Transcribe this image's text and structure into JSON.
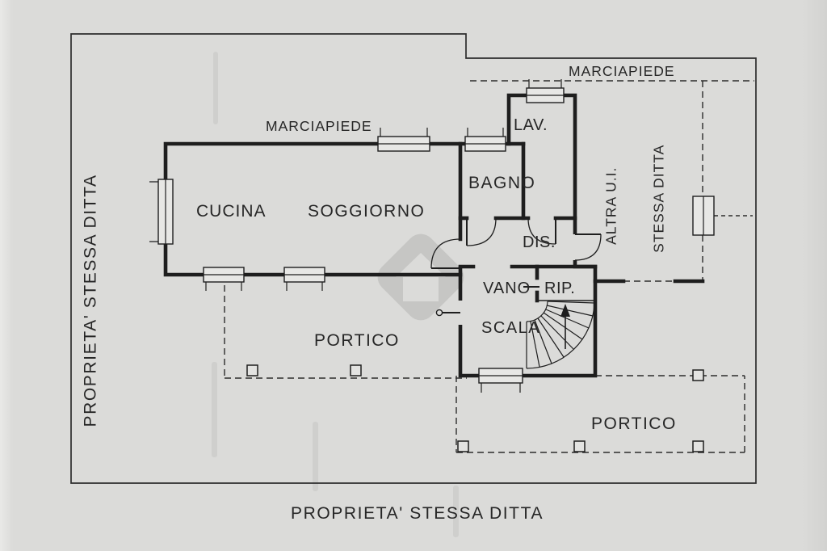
{
  "colors": {
    "paper": "#dbdbd9",
    "ink": "#262626",
    "line": "#2c2c2c",
    "watermark": "#a5a5a3"
  },
  "plan": {
    "labels": {
      "marciapiede_top": "MARCIAPIEDE",
      "marciapiede_right": "MARCIAPIEDE",
      "lav": "LAV.",
      "bagno": "BAGNO",
      "cucina": "CUCINA",
      "soggiorno": "SOGGIORNO",
      "dis": "DIS.",
      "altra_ui": "ALTRA U.I.",
      "stessa_ditta": "STESSA DITTA",
      "vano": "VANO",
      "rip": "RIP.",
      "scala": "SCALA",
      "portico_left": "PORTICO",
      "portico_right": "PORTICO",
      "proprieta_side": "PROPRIETA' STESSA DITTA",
      "proprieta_bottom": "PROPRIETA' STESSA DITTA"
    }
  }
}
